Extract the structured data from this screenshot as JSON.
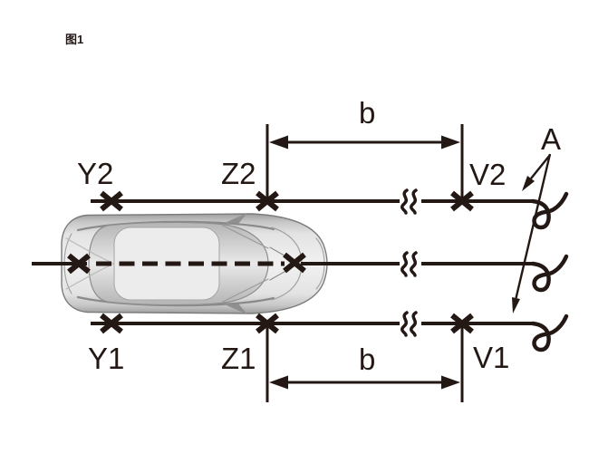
{
  "figure_caption": "图1",
  "diagram": {
    "top_line": {
      "left": "Y2",
      "middle": "Z2",
      "right": "V2"
    },
    "bottom_line": {
      "left": "Y1",
      "middle": "Z1",
      "right": "V1"
    },
    "top_dimension": "b",
    "bottom_dimension": "b",
    "leader_label": "A",
    "colors": {
      "ink": "#231814",
      "background": "#ffffff",
      "car_light": "#efefef",
      "car_mid": "#d2d2d2",
      "car_dark": "#9e9e9e"
    }
  }
}
